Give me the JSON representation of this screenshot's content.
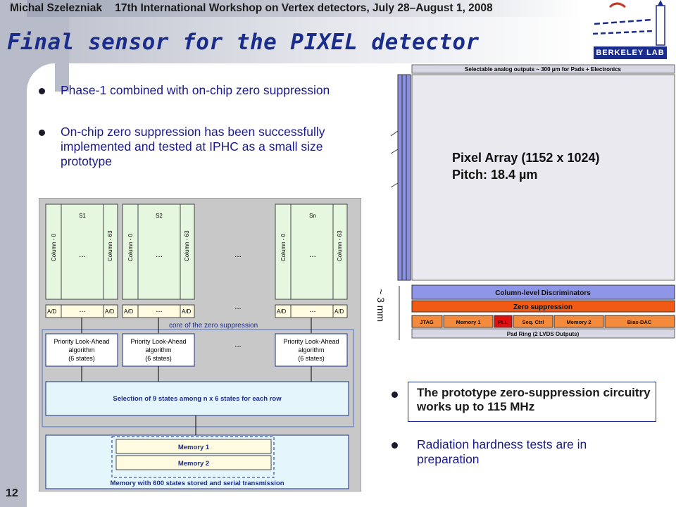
{
  "header": {
    "author": "Michal Szelezniak",
    "event": "17th International Workshop on Vertex detectors, July 28–August 1, 2008"
  },
  "title": "Final sensor for the PIXEL detector",
  "page_number": "12",
  "logo": {
    "text": "BERKELEY LAB"
  },
  "bullets": [
    {
      "text": "Phase-1 combined with on-chip zero suppression"
    },
    {
      "text": "On-chip zero suppression has been successfully implemented and tested at IPHC as a small size prototype"
    }
  ],
  "right_bullets": {
    "boxed": "The prototype zero-suppression circuitry works up to 115 MHz",
    "radiation": "Radiation hardness tests are in preparation"
  },
  "block_diagram": {
    "sections": [
      "S1",
      "S2",
      "Sn"
    ],
    "column_first": "Column - 0",
    "column_last": "Column - 63",
    "ellipsis": "...",
    "adc": "A/D",
    "core_label": "core of the zero suppression",
    "pla": [
      "Priority Look-Ahead",
      "algorithm",
      "(6 states)"
    ],
    "selection": "Selection of  9 states among  n x 6 states for each row",
    "memory1": "Memory 1",
    "memory2": "Memory 2",
    "memory_caption": "Memory with 600 states stored  and serial transmission"
  },
  "chip_layout": {
    "top_bar": "Selectable analog outputs ~ 300 µm for Pads + Electronics",
    "array_line1": "Pixel Array (1152 x 1024)",
    "array_line2": "Pitch: 18.4 µm",
    "dimension": "~ 3 mm",
    "discriminators": "Column-level Discriminators",
    "zero_supp": "Zero suppression",
    "blocks": [
      "JTAG",
      "Memory 1",
      "PLL",
      "Seq. Ctrl",
      "Memory 2",
      "Bias-DAC"
    ],
    "pad_ring": "Pad Ring (2 LVDS Outputs)",
    "colors": {
      "discriminators": "#8f96e8",
      "zero_supp": "#f05a14",
      "pll": "#e01010",
      "blocks": "#f48a3c"
    }
  }
}
